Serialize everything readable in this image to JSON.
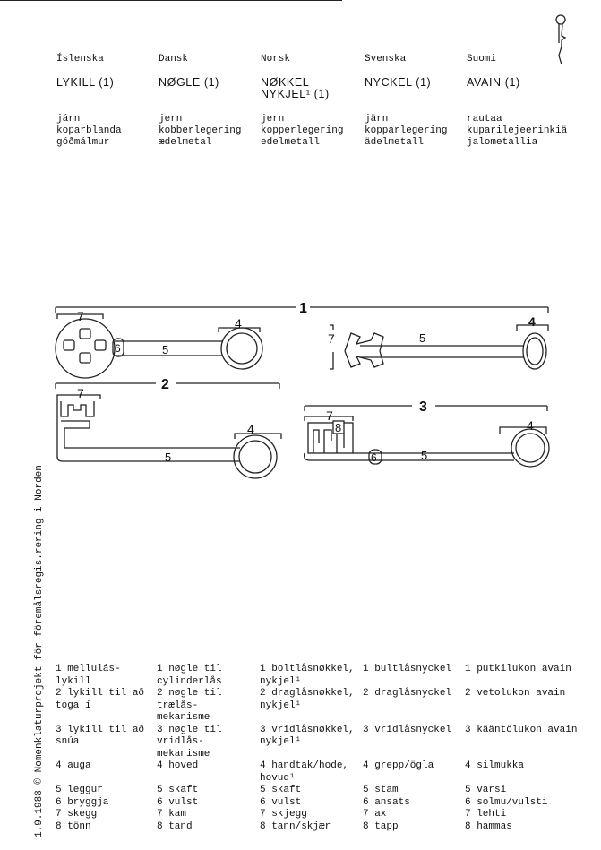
{
  "languages": [
    "Íslenska",
    "Dansk",
    "Norsk",
    "Svenska",
    "Suomi"
  ],
  "terms": [
    {
      "lines": [
        "LYKILL (1)"
      ]
    },
    {
      "lines": [
        "NØGLE (1)"
      ]
    },
    {
      "lines": [
        "NØKKEL",
        "NYKJEL¹ (1)"
      ]
    },
    {
      "lines": [
        "NYCKEL (1)"
      ]
    },
    {
      "lines": [
        "AVAIN (1)"
      ]
    }
  ],
  "materials": [
    [
      "járn",
      "koparblanda",
      "góðmálmur"
    ],
    [
      "jern",
      "kobberlegering",
      "ædelmetal"
    ],
    [
      "jern",
      "kopperlegering",
      "edelmetall"
    ],
    [
      "järn",
      "kopparlegering",
      "ädelmetall"
    ],
    [
      "rautaa",
      "kuparilejeerinkiä",
      "jalometallia"
    ]
  ],
  "figure_labels": {
    "n1": "1",
    "n2": "2",
    "n3": "3",
    "n4": "4",
    "n5": "5",
    "n6": "6",
    "n7": "7",
    "n8": "8"
  },
  "legend": [
    {
      "lines": [
        "1 mellulás-",
        "  lykill",
        "2 lykill til að",
        "  toga í",
        "",
        "3 lykill til að",
        "  snúa",
        "",
        "4 auga",
        "",
        "5 leggur",
        "6 bryggja",
        "7 skegg",
        "8 tönn"
      ]
    },
    {
      "lines": [
        "1 nøgle til",
        "  cylinderlås",
        "2 nøgle til",
        "  trælås-",
        "  mekanisme",
        "3 nøgle til",
        "  vridlås-",
        "  mekanisme",
        "4 hoved",
        "",
        "5 skaft",
        "6 vulst",
        "7 kam",
        "8 tand"
      ]
    },
    {
      "lines": [
        "1 boltlåsnøkkel,",
        "  nykjel¹",
        "2 draglåsnøkkel,",
        "  nykjel¹",
        "",
        "3 vridlåsnøkkel,",
        "  nykjel¹",
        "",
        "4 handtak/hode,",
        "  hovud¹",
        "5 skaft",
        "6 vulst",
        "7 skjegg",
        "8 tann/skjær"
      ]
    },
    {
      "lines": [
        "1 bultlåsnyckel",
        "",
        "2 draglåsnyckel",
        "",
        "",
        "3 vridlåsnyckel",
        "",
        "",
        "4 grepp/ögla",
        "",
        "5 stam",
        "6 ansats",
        "7 ax",
        "8 tapp"
      ]
    },
    {
      "lines": [
        "1 putkilukon avain",
        "",
        "2 vetolukon avain",
        "",
        "",
        "3 kääntölukon avain",
        "",
        "",
        "4 silmukka",
        "",
        "5 varsi",
        "6 solmu/vulsti",
        "7 lehti",
        "8 hammas"
      ]
    }
  ],
  "side_text": "1.9.1988  ©  Nomenklaturprojekt för föremålsregis.rering i Norden"
}
